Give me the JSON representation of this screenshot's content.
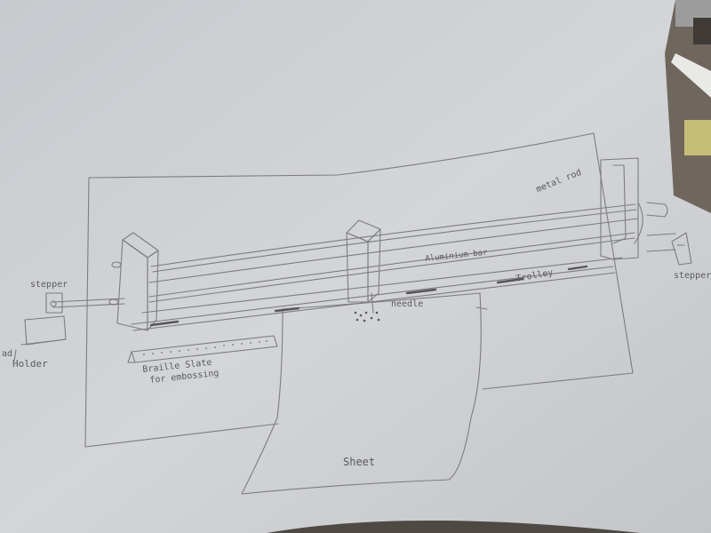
{
  "labels": {
    "stepper_left": "stepper",
    "stepper_right": "stepper",
    "holder_prefix": "ad",
    "holder": "Holder",
    "metal_rod": "metal rod",
    "aluminium_bar": "Aluminium bar",
    "needle": "needle",
    "trolley": "Trolley",
    "braille_slate_1": "Braille Slate",
    "braille_slate_2": "for embossing",
    "sheet": "Sheet"
  }
}
